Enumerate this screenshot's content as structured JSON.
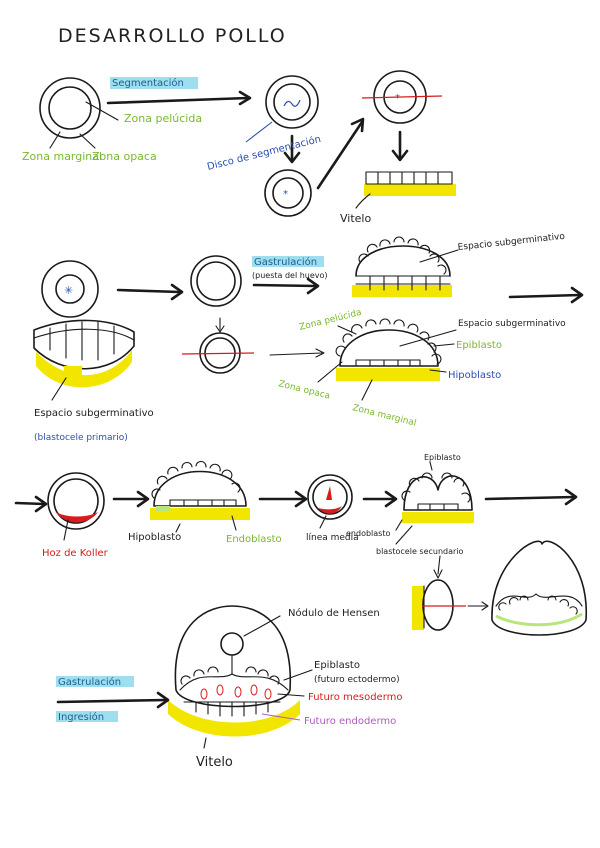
{
  "title": "DESARROLLO POLLO",
  "row1": {
    "segmentacion": "Segmentación",
    "zona_pelucida": "Zona pelúcida",
    "zona_marginal": "Zona marginal",
    "zona_opaca": "Zona opaca",
    "disco_segmentacion": "Disco de segmentación",
    "vitelo": "Vitelo"
  },
  "row2": {
    "gastrulacion": "Gastrulación",
    "puesta_huevo": "(puesta del huevo)",
    "espacio_subgerminativo_top": "Espacio subgerminativo",
    "espacio_subgerminativo_left": "Espacio subgerminativo",
    "blastocele_primario": "(blastocele primario)",
    "zona_pelucida": "Zona pelúcida",
    "espacio_subgerminativo_mid": "Espacio subgerminativo",
    "epiblasto": "Epiblasto",
    "hipoblasto": "Hipoblasto",
    "zona_opaca": "Zona opaca",
    "zona_marginal": "Zona marginal"
  },
  "row3": {
    "hoz_koller": "Hoz de Koller",
    "hipoblasto": "Hipoblasto",
    "endoblasto": "Endoblasto",
    "linea_media": "línea media",
    "epiblasto": "Epiblasto",
    "endoblasto2": "endoblasto",
    "blastocele_secundario": "blastocele secundario"
  },
  "row4": {
    "nodulo_hensen": "Nódulo de Hensen",
    "epiblasto": "Epiblasto",
    "futuro_ectodermo": "(futuro ectodermo)",
    "futuro_mesodermo": "Futuro mesodermo",
    "futuro_endodermo": "Futuro endodermo",
    "gastrulacion": "Gastrulación",
    "ingresion": "Ingresión",
    "vitelo": "Vitelo"
  },
  "colors": {
    "ink": "#1a1a1a",
    "highlight_yellow": "#f2e600",
    "highlight_cyan": "#7fd3ea",
    "green_label": "#7ab82e",
    "blue_label": "#2a4fb0",
    "red_label": "#d81b1b",
    "purple_label": "#b05ac0"
  }
}
